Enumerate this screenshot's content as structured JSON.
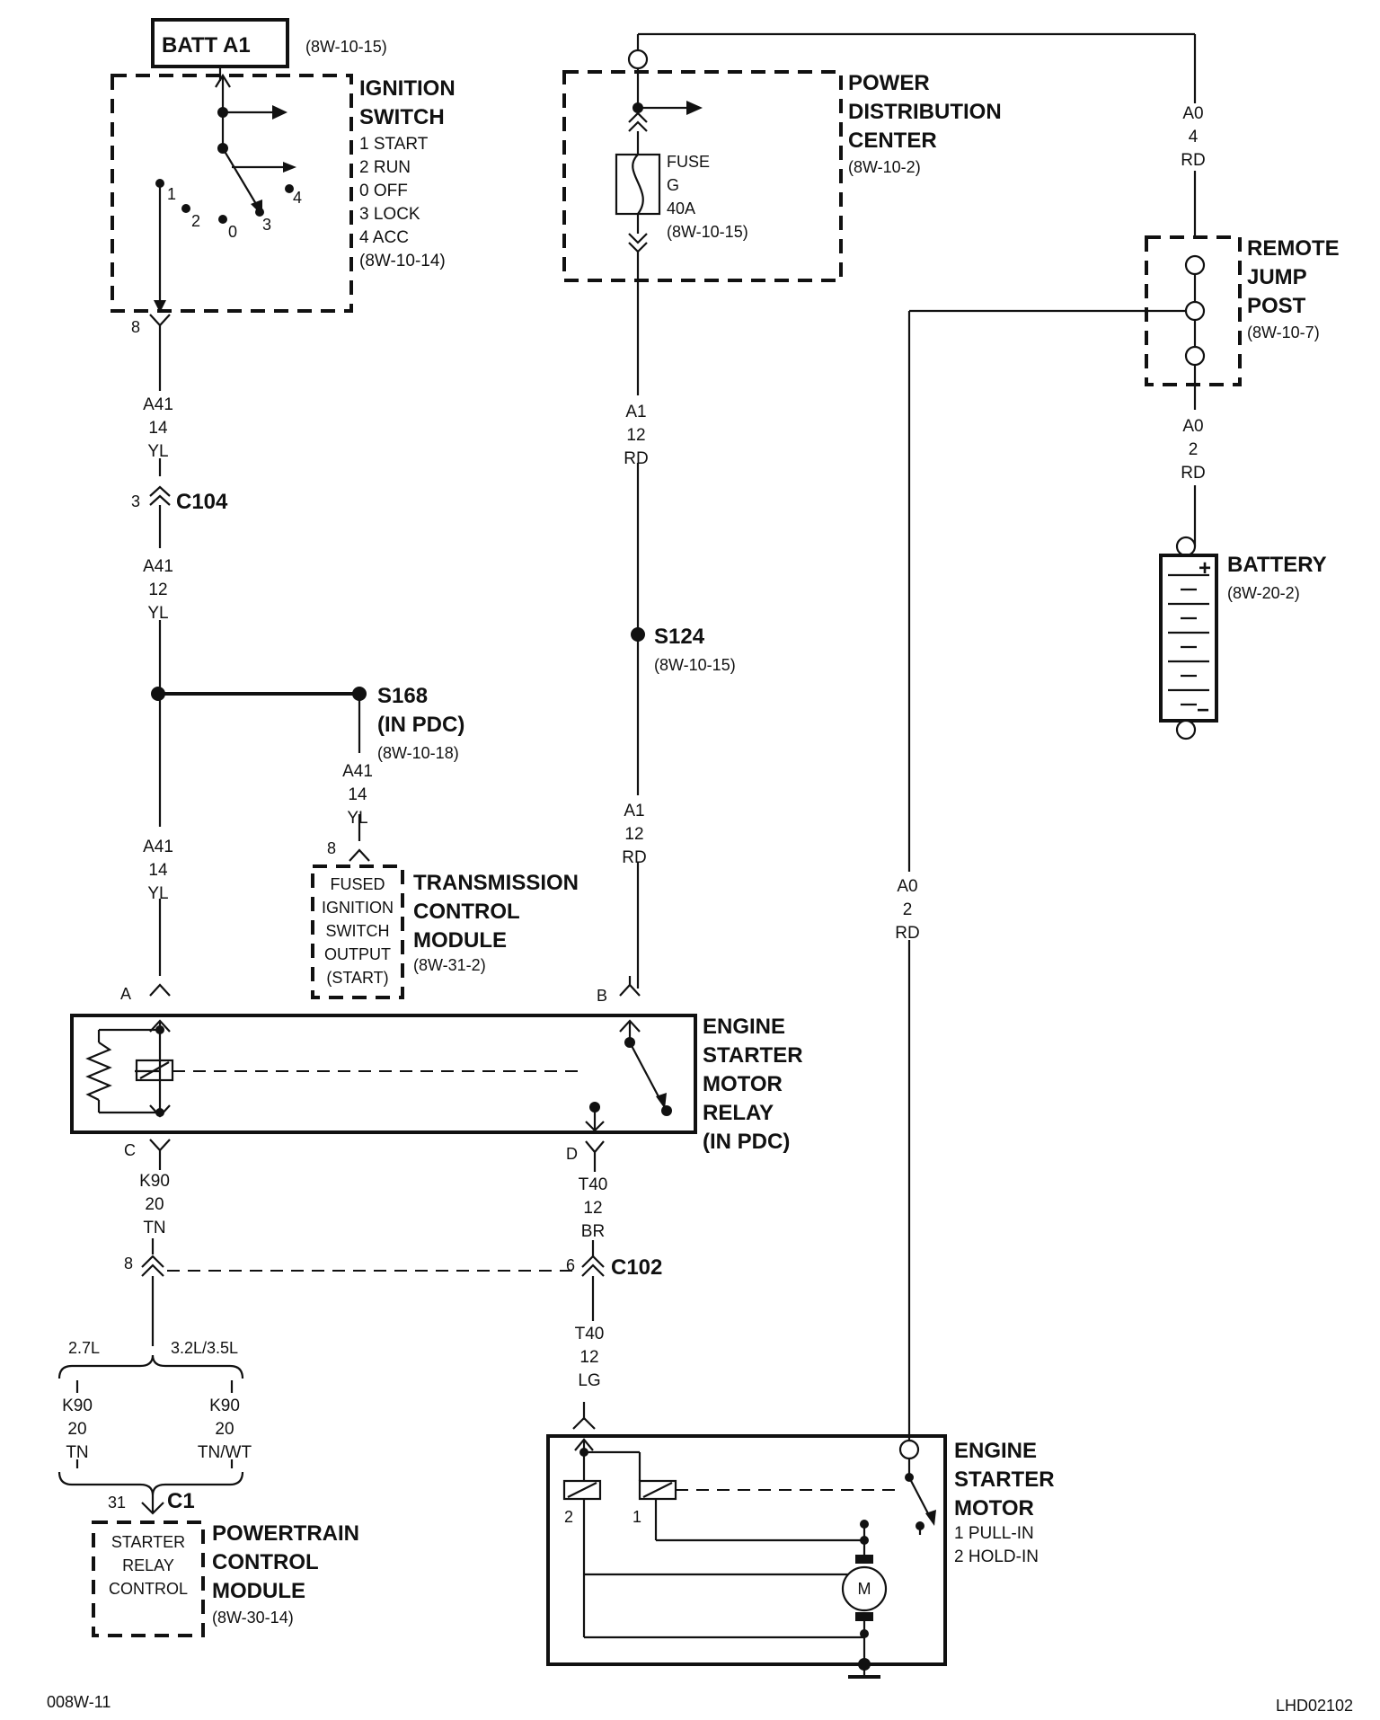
{
  "batt_label": "BATT A1",
  "batt_ref": "(8W-10-15)",
  "ignition": {
    "title1": "IGNITION",
    "title2": "SWITCH",
    "pos1": "1 START",
    "pos2": "2 RUN",
    "pos0": "0 OFF",
    "pos3": "3 LOCK",
    "pos4": "4 ACC",
    "ref": "(8W-10-14)",
    "d1": "1",
    "d2": "2",
    "d0": "0",
    "d3": "3",
    "d4": "4"
  },
  "ign_pin": "8",
  "w_a41_top": {
    "c": "A41",
    "g": "14",
    "col": "YL"
  },
  "c104": {
    "pin": "3",
    "name": "C104"
  },
  "w_a41_mid": {
    "c": "A41",
    "g": "12",
    "col": "YL"
  },
  "s168": {
    "name": "S168",
    "sub": "(IN PDC)",
    "ref": "(8W-10-18)"
  },
  "w_a41_tcm": {
    "c": "A41",
    "g": "14",
    "col": "YL"
  },
  "tcm": {
    "pin": "8",
    "i1": "FUSED",
    "i2": "IGNITION",
    "i3": "SWITCH",
    "i4": "OUTPUT",
    "i5": "(START)",
    "t1": "TRANSMISSION",
    "t2": "CONTROL",
    "t3": "MODULE",
    "ref": "(8W-31-2)"
  },
  "w_a41_low": {
    "c": "A41",
    "g": "14",
    "col": "YL"
  },
  "pdc": {
    "t1": "POWER",
    "t2": "DISTRIBUTION",
    "t3": "CENTER",
    "ref": "(8W-10-2)",
    "fuse": "FUSE",
    "fuse_id": "G",
    "fuse_amp": "40A",
    "fuse_ref": "(8W-10-15)"
  },
  "w_a1_top": {
    "c": "A1",
    "g": "12",
    "col": "RD"
  },
  "s124": {
    "name": "S124",
    "ref": "(8W-10-15)"
  },
  "w_a1_low": {
    "c": "A1",
    "g": "12",
    "col": "RD"
  },
  "w_a0_top": {
    "c": "A0",
    "g": "4",
    "col": "RD"
  },
  "jump": {
    "t1": "REMOTE",
    "t2": "JUMP",
    "t3": "POST",
    "ref": "(8W-10-7)"
  },
  "w_a0_batt": {
    "c": "A0",
    "g": "2",
    "col": "RD"
  },
  "battery": {
    "name": "BATTERY",
    "ref": "(8W-20-2)",
    "plus": "+",
    "minus": "−"
  },
  "w_a0_long": {
    "c": "A0",
    "g": "2",
    "col": "RD"
  },
  "relay": {
    "t1": "ENGINE",
    "t2": "STARTER",
    "t3": "MOTOR",
    "t4": "RELAY",
    "t5": "(IN PDC)",
    "pa": "A",
    "pb": "B",
    "pc": "C",
    "pd": "D"
  },
  "w_k90": {
    "c": "K90",
    "g": "20",
    "col": "TN"
  },
  "w_t40_top": {
    "c": "T40",
    "g": "12",
    "col": "BR"
  },
  "c102": {
    "pin_left": "8",
    "pin_right": "6",
    "name": "C102"
  },
  "variants": {
    "left": "2.7L",
    "right": "3.2L/3.5L"
  },
  "w_k90_l": {
    "c": "K90",
    "g": "20",
    "col": "TN"
  },
  "w_k90_r": {
    "c": "K90",
    "g": "20",
    "col": "TN/WT"
  },
  "w_t40_low": {
    "c": "T40",
    "g": "12",
    "col": "LG"
  },
  "pcm": {
    "pin": "31",
    "conn": "C1",
    "i1": "STARTER",
    "i2": "RELAY",
    "i3": "CONTROL",
    "t1": "POWERTRAIN",
    "t2": "CONTROL",
    "t3": "MODULE",
    "ref": "(8W-30-14)"
  },
  "motor": {
    "t1": "ENGINE",
    "t2": "STARTER",
    "t3": "MOTOR",
    "l1": "1 PULL-IN",
    "l2": "2 HOLD-IN",
    "n1": "1",
    "n2": "2",
    "m": "M"
  },
  "footer_left": "008W-11",
  "footer_right": "LHD02102"
}
